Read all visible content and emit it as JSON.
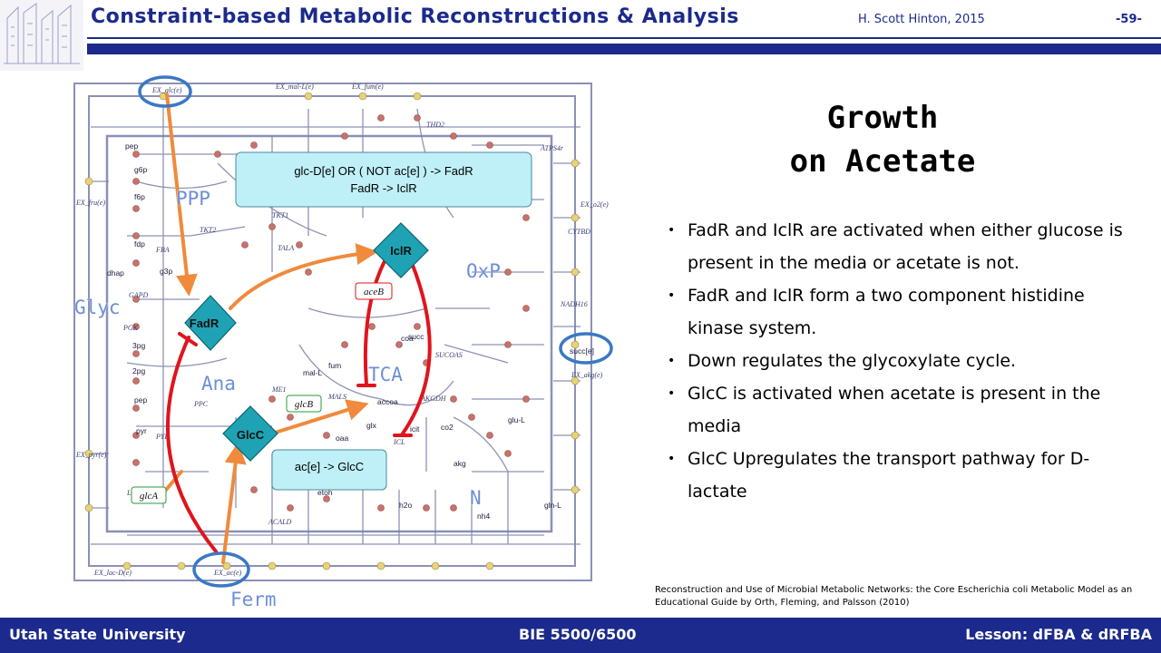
{
  "header": {
    "title": "Constraint-based Metabolic Reconstructions & Analysis",
    "author": "H. Scott Hinton, 2015",
    "page": "-59-"
  },
  "colors": {
    "brand": "#1b2a8c",
    "pathway_arrow": "#f08a3c",
    "repression": "#e0141e",
    "callout_bg": "#bff0f8",
    "regulator_fill": "#1fa3b4",
    "highlight_ring": "#3b78c4"
  },
  "diagram": {
    "subsystems": {
      "ppp": "PPP",
      "oxp": "OxP",
      "glyc": "Glyc",
      "ana": "Ana",
      "tca": "TCA",
      "n": "N",
      "ferm": "Ferm"
    },
    "regulators": {
      "fadr": "FadR",
      "iclr": "IclR",
      "glcc": "GlcC"
    },
    "genes": {
      "aceb": "aceB",
      "glcb": "glcB",
      "glca": "glcA"
    },
    "callout1": {
      "line1": "glc-D[e] OR ( NOT ac[e] ) -> FadR",
      "line2": "FadR -> IclR"
    },
    "callout2": {
      "line1": "ac[e] -> GlcC"
    },
    "map_labels": {
      "ex_glc": "EX_glc(e)",
      "ex_mal": "EX_mal-L(e)",
      "ex_fum": "EX_fum(e)",
      "ex_ac": "EX_ac(e)",
      "ex_succ": "succ[e]",
      "ex_o2": "EX_o2(e)",
      "ex_akg": "EX_akg(e)",
      "ex_fru": "EX_fru(e)",
      "ex_pyr": "EX_pyr(e)",
      "ex_lac": "EX_lac-D(e)",
      "tca_malS": "MALS",
      "icl": "ICL",
      "me1": "ME1",
      "ppc": "PPC",
      "pyk": "PYK",
      "pgk": "PGK",
      "gapd": "GAPD",
      "fba": "FBA",
      "tkt1": "TKT1",
      "tkt2": "TKT2",
      "tala": "TALA",
      "akgdh": "AKGDH",
      "sucoas": "SUCOAS",
      "nadh16": "NADH16",
      "cytbd": "CYTBD",
      "atps4r": "ATPS4r",
      "thd2": "THD2",
      "ldh": "LDH_D",
      "acald": "ACALD",
      "etoh": "etoh",
      "h2o": "h2o",
      "co2": "co2",
      "nh4": "nh4",
      "pep": "pep",
      "pyr": "pyr",
      "accoa": "accoa",
      "glx": "glx",
      "icit": "icit",
      "coa": "coa",
      "succ": "succ",
      "fum": "fum",
      "mal": "mal-L",
      "oaa": "oaa",
      "akg": "akg",
      "g6p": "g6p",
      "f6p": "f6p",
      "fdp": "fdp",
      "g3p": "g3p",
      "dhap": "dhap",
      "pg3": "3pg",
      "pg2": "2pg",
      "glu": "glu-L",
      "gln": "gln-L"
    }
  },
  "slide": {
    "title_line1": "Growth",
    "title_line2": "on Acetate",
    "bullets": [
      "FadR and IclR are activated when either glucose is present in the media or acetate is not.",
      "FadR and IclR form a two component histidine kinase system.",
      "Down regulates the glycoxylate cycle.",
      "GlcC is activated when acetate is present in the media",
      "GlcC Upregulates the transport pathway for D-lactate"
    ],
    "citation": "Reconstruction and Use of Microbial Metabolic Networks: the Core Escherichia coli Metabolic Model as an Educational Guide by Orth, Fleming, and Palsson (2010)"
  },
  "footer": {
    "left": "Utah State University",
    "center": "BIE 5500/6500",
    "right": "Lesson: dFBA & dRFBA"
  }
}
